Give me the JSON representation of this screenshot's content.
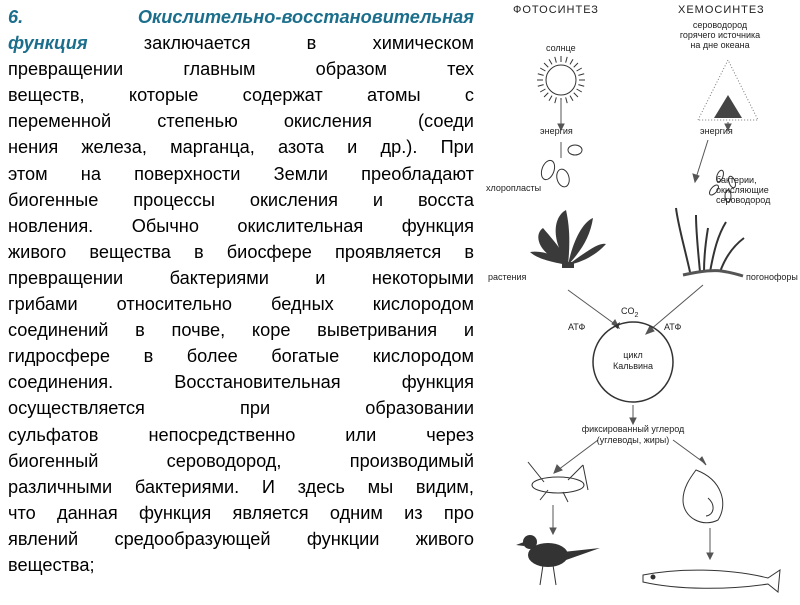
{
  "text": {
    "lines": [
      [
        "6.",
        "Окислительно-восстановительная"
      ],
      [
        "функция",
        "заключается",
        "в",
        "химическом"
      ],
      [
        "превращении",
        "главным",
        "образом",
        "тех"
      ],
      [
        "веществ,",
        "которые",
        "содержат",
        "атомы",
        "с"
      ],
      [
        "переменной",
        "степенью",
        "окисления",
        "(соеди"
      ],
      [
        "нения",
        "железа,",
        "марганца,",
        "азота",
        "и",
        "др.).",
        "При"
      ],
      [
        "этом",
        "на",
        "поверхности",
        "Земли",
        "преобладают"
      ],
      [
        "биогенные",
        "процессы",
        "окисления",
        "и",
        "восста"
      ],
      [
        "новления.",
        "Обычно",
        "окислительная",
        "функция"
      ],
      [
        "живого",
        "вещества",
        "в",
        "биосфере",
        "проявляется",
        "в"
      ],
      [
        "превращении",
        "бактериями",
        "и",
        "некоторыми"
      ],
      [
        "грибами",
        "относительно",
        "бедных",
        "кислородом"
      ],
      [
        "соединений",
        "в",
        "почве,",
        "коре",
        "выветривания",
        "и"
      ],
      [
        "гидросфере",
        "в",
        "более",
        "богатые",
        "кислородом"
      ],
      [
        "соединения.",
        "Восстановительная",
        "функция"
      ],
      [
        "осуществляется",
        "при",
        "образовании"
      ],
      [
        "сульфатов",
        "непосредственно",
        "или",
        "через"
      ],
      [
        "биогенный",
        "сероводород,",
        "производимый"
      ],
      [
        "различными",
        "бактериями.",
        "И",
        "здесь",
        "мы",
        "видим,"
      ],
      [
        "что",
        "данная",
        "функция",
        "является",
        "одним",
        "из",
        "про"
      ],
      [
        "явлений",
        "средообразующей",
        "функции",
        "живого"
      ],
      [
        "вещества;"
      ]
    ]
  },
  "diagram": {
    "photosynthesis_title": "ФОТОСИНТЕЗ",
    "chemosynthesis_title": "ХЕМОСИНТЕЗ",
    "hydrogen_sulfide": [
      "сероводород",
      "горячего источника",
      "на дне океана"
    ],
    "sun": "солнце",
    "energy_left": "энергия",
    "energy_right": "энергия",
    "chloroplasts": "хлоропласты",
    "bacteria": [
      "бактерии,",
      "окисляющие",
      "сероводород"
    ],
    "plants": "растения",
    "pogonophora": "погонофоры",
    "atp_left": "АТФ",
    "atp_right": "АТФ",
    "co2": "CO",
    "co2_sub": "2",
    "calvin": [
      "цикл",
      "Кальвина"
    ],
    "fixed_carbon": [
      "фиксированный углерод",
      "(углеводы, жиры)"
    ]
  },
  "colors": {
    "highlight": "#1c6f8c",
    "text": "#000000",
    "drawing": "#333333"
  }
}
